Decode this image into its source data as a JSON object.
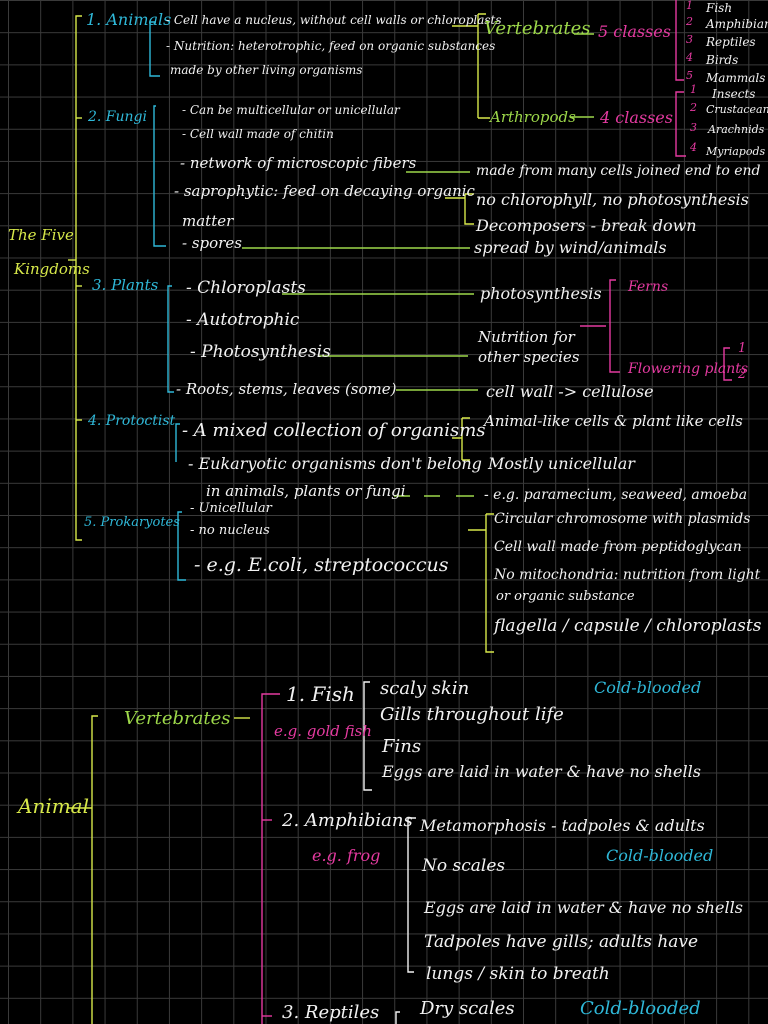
{
  "colors": {
    "background": "#000000",
    "grid": "#3a3a3a",
    "white": "#f2f2f2",
    "yellow": "#d7e84a",
    "green": "#9dd84a",
    "cyan": "#2fb8d8",
    "magenta": "#e43aa0"
  },
  "kingdoms": {
    "title_line1": "The Five",
    "title_line2": "Kingdoms",
    "animals": {
      "label": "1. Animals",
      "notes": [
        "- Cell have a nucleus, without cell walls or chloroplasts",
        "- Nutrition: heterotrophic, feed on organic substances",
        "made by other living organisms"
      ],
      "vertebrates": "Vertebrates",
      "vertebrates_classes": "5 classes",
      "vertebrate_list": [
        "Fish",
        "Amphibians",
        "Reptiles",
        "Birds",
        "Mammals"
      ],
      "vertebrate_nums": [
        "1",
        "2",
        "3",
        "4",
        "5"
      ],
      "arthropods": "Arthropods",
      "arthropods_classes": "4 classes",
      "arthropod_list": [
        "Insects",
        "Crustaceans",
        "Arachnids",
        "Myriapods"
      ],
      "arthropod_nums": [
        "1",
        "2",
        "3",
        "4"
      ]
    },
    "fungi": {
      "label": "2. Fungi",
      "notes": [
        "- Can be multicellular or unicellular",
        "- Cell wall made of chitin",
        "- network of microscopic fibers",
        "- saprophytic: feed on decaying organic",
        "matter",
        "- spores"
      ],
      "fibers_note": "made from many cells joined end to end",
      "saprophytic_notes": [
        "no chlorophyll, no photosynthesis",
        "Decomposers - break down"
      ],
      "spores_note": "spread by wind/animals"
    },
    "plants": {
      "label": "3. Plants",
      "notes": [
        "- Chloroplasts",
        "- Autotrophic",
        "- Photosynthesis",
        "- Roots, stems, leaves (some)"
      ],
      "photosynthesis_note": "photosynthesis",
      "nutrition_note_line1": "Nutrition for",
      "nutrition_note_line2": "other species",
      "cell_wall_note": "cell wall -> cellulose",
      "ferns": "Ferns",
      "flowering_plants": "Flowering plants",
      "group_nums": [
        "1",
        "2"
      ]
    },
    "protoctist": {
      "label": "4. Protoctist",
      "notes": [
        "- A mixed collection of organisms",
        "- Eukaryotic organisms don't belong",
        "in animals, plants or fungi"
      ],
      "side_notes": [
        "Animal-like cells & plant like cells",
        "Mostly unicellular",
        "- e.g. paramecium, seaweed, amoeba"
      ]
    },
    "prokaryotes": {
      "label": "5. Prokaryotes",
      "notes": [
        "- Unicellular",
        "- no nucleus",
        "- e.g. E.coli, streptococcus"
      ],
      "side_notes": [
        "Circular chromosome with plasmids",
        "Cell wall made from peptidoglycan",
        "No mitochondria: nutrition from light",
        "or organic substance",
        "flagella / capsule / chloroplasts"
      ]
    }
  },
  "animal": {
    "label": "Animal",
    "vertebrates": "Vertebrates",
    "fish": {
      "title": "1. Fish",
      "example": "e.g. gold fish",
      "notes": [
        "scaly skin",
        "Gills throughout life",
        "Fins",
        "Eggs are laid in water & have no shells"
      ],
      "tag": "Cold-blooded"
    },
    "amphibians": {
      "title": "2. Amphibians",
      "example": "e.g. frog",
      "notes": [
        "Metamorphosis - tadpoles & adults",
        "No scales",
        "Eggs are laid in water & have no shells",
        "Tadpoles have gills; adults have",
        "lungs / skin to breath"
      ],
      "tag": "Cold-blooded"
    },
    "reptiles": {
      "title": "3. Reptiles",
      "notes": [
        "Dry scales"
      ],
      "tag": "Cold-blooded"
    }
  }
}
